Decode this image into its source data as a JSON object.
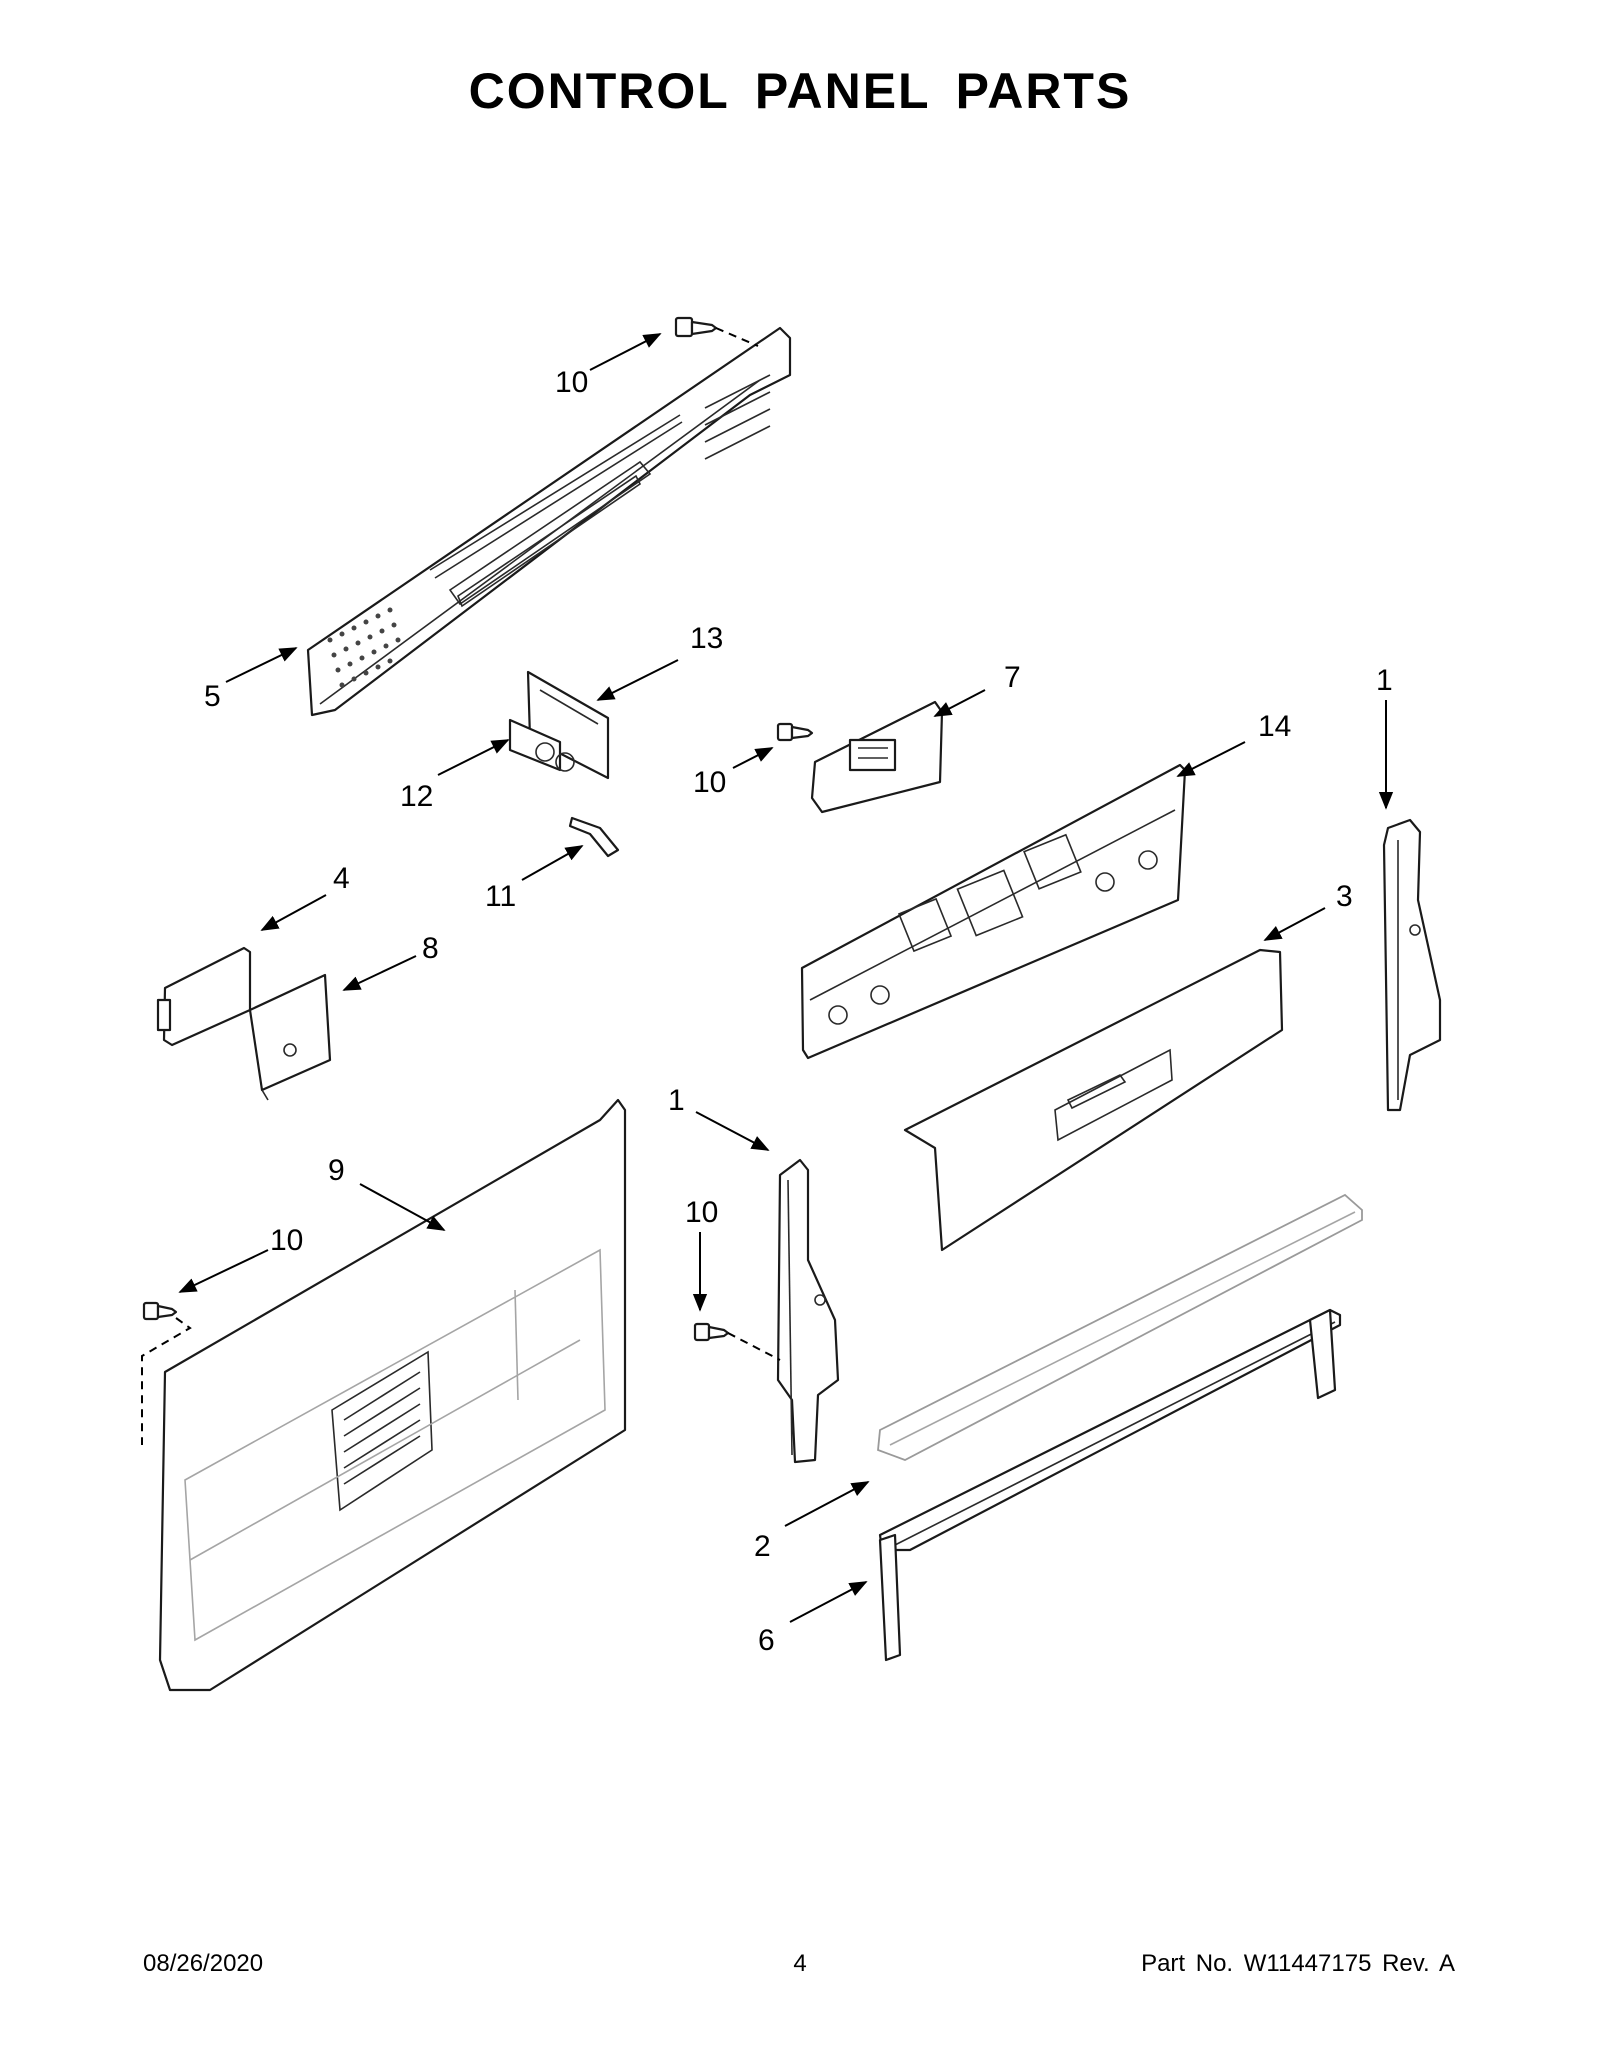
{
  "header": {
    "title": "CONTROL PANEL PARTS"
  },
  "callouts": [
    {
      "id": "c10-top",
      "text": "10"
    },
    {
      "id": "c5",
      "text": "5"
    },
    {
      "id": "c13",
      "text": "13"
    },
    {
      "id": "c12",
      "text": "12"
    },
    {
      "id": "c11",
      "text": "11"
    },
    {
      "id": "c7",
      "text": "7"
    },
    {
      "id": "c10-mid",
      "text": "10"
    },
    {
      "id": "c14",
      "text": "14"
    },
    {
      "id": "c1-right",
      "text": "1"
    },
    {
      "id": "c4",
      "text": "4"
    },
    {
      "id": "c8",
      "text": "8"
    },
    {
      "id": "c3",
      "text": "3"
    },
    {
      "id": "c1-mid",
      "text": "1"
    },
    {
      "id": "c9",
      "text": "9"
    },
    {
      "id": "c10-left",
      "text": "10"
    },
    {
      "id": "c10-center",
      "text": "10"
    },
    {
      "id": "c2",
      "text": "2"
    },
    {
      "id": "c6",
      "text": "6"
    }
  ],
  "footer": {
    "date": "08/26/2020",
    "page": "4",
    "part_no": "Part No.  W11447175  Rev.  A"
  }
}
